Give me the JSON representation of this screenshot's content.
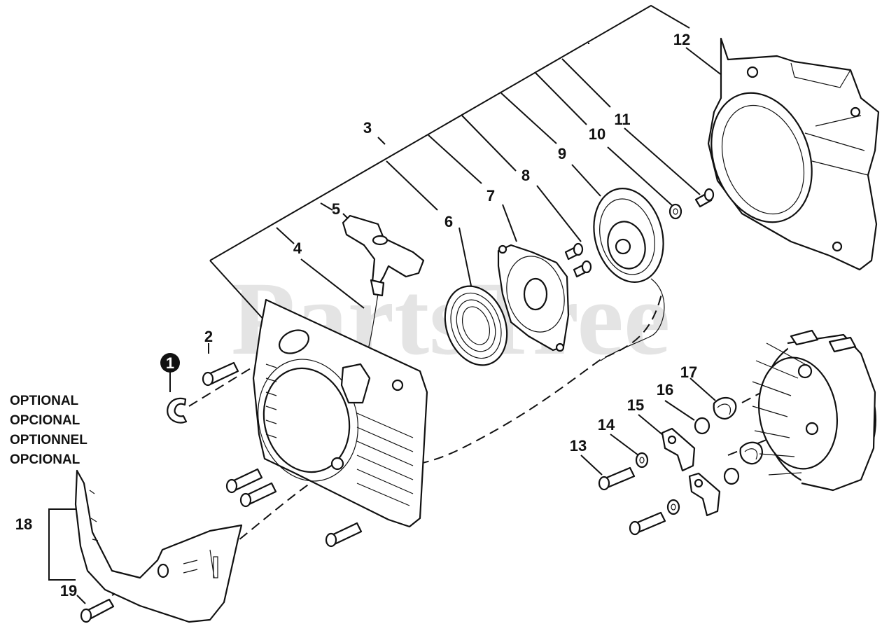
{
  "watermark": "PartsTree",
  "optional_notes": [
    "OPTIONAL",
    "OPCIONAL",
    "OPTIONNEL",
    "OPCIONAL"
  ],
  "callouts": [
    "1",
    "2",
    "3",
    "4",
    "5",
    "6",
    "7",
    "8",
    "9",
    "10",
    "11",
    "12",
    "13",
    "14",
    "15",
    "16",
    "17",
    "18",
    "19"
  ],
  "parts": [
    "retainer-clip",
    "starter-housing-bolt",
    "starter-assembly",
    "starter-rope",
    "starter-handle",
    "rewind-spring",
    "spring-case",
    "spring-case-screw",
    "rope-pulley",
    "washer",
    "pulley-screw",
    "fan-housing",
    "pawl-bolt",
    "pawl-washer",
    "pawl",
    "pawl-collar",
    "pawl-spring",
    "lower-cover",
    "cover-screw"
  ]
}
